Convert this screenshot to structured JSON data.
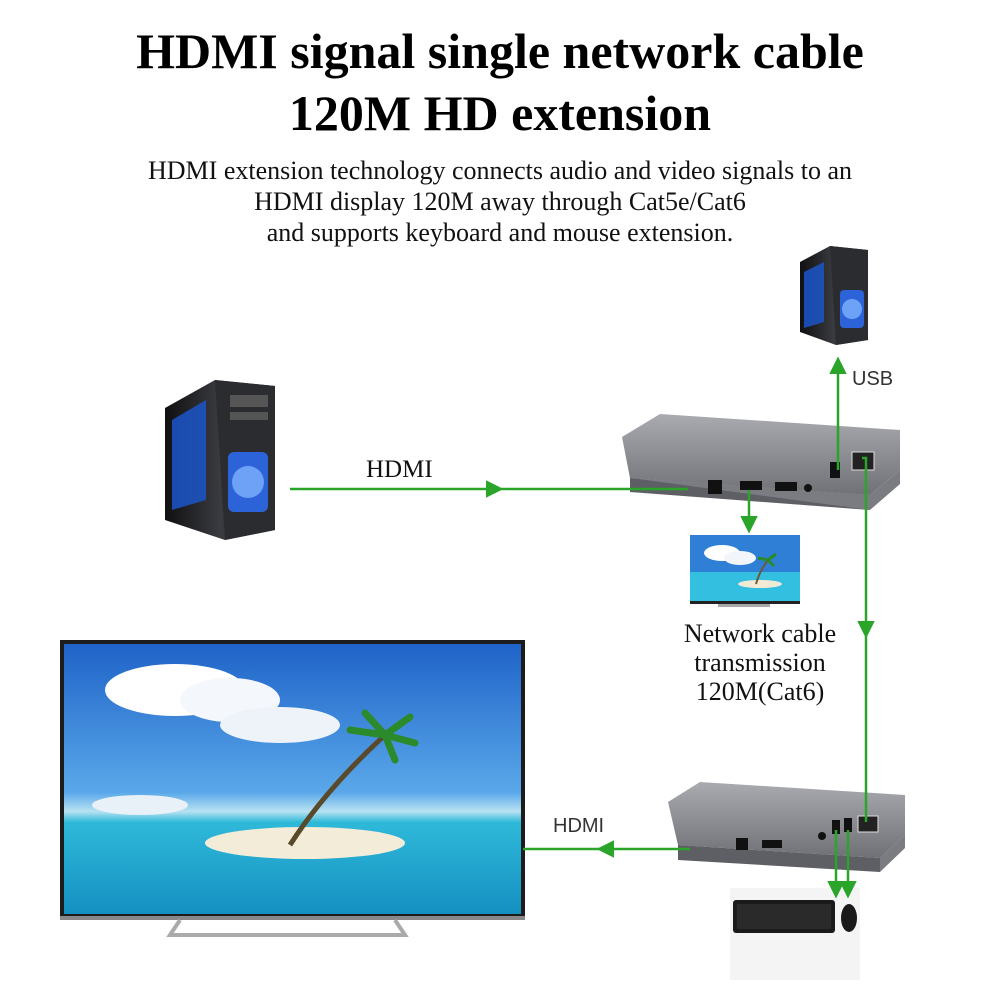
{
  "heading": {
    "line1": "HDMI signal single network cable",
    "line2": "120M HD extension"
  },
  "description": {
    "line1": "HDMI extension technology connects audio and video signals to an",
    "line2": "HDMI display 120M away through Cat5e/Cat6",
    "line3": "and supports keyboard and mouse extension."
  },
  "labels": {
    "hdmi_in": "HDMI",
    "usb": "USB",
    "hdmi_out": "HDMI",
    "network_line1": "Network cable",
    "network_line2": "transmission",
    "network_line3": "120M(Cat6)"
  },
  "colors": {
    "arrow": "#2aa52a",
    "device_body": "#8e9095",
    "tv_frame": "#1c1c1c",
    "sky": "#2f7fd6",
    "sea": "#2fb9d9"
  }
}
